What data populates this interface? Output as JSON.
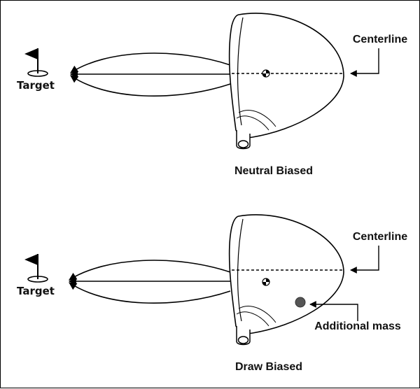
{
  "panels": [
    {
      "target_label": "Target",
      "centerline_label": "Centerline",
      "caption": "Neutral Biased"
    },
    {
      "target_label": "Target",
      "centerline_label": "Centerline",
      "caption": "Draw Biased",
      "mass_label": "Additional mass"
    }
  ],
  "colors": {
    "line": "#000000",
    "mass": "#555555",
    "background": "#ffffff"
  }
}
